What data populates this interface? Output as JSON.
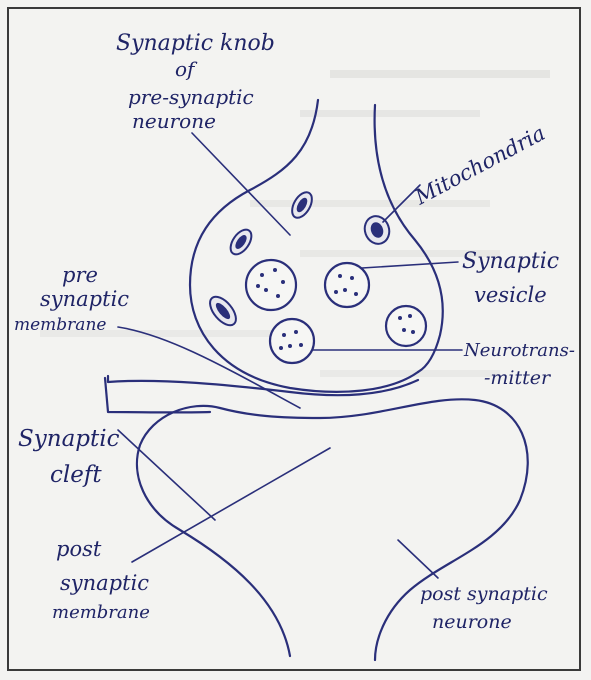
{
  "labels": {
    "synaptic_knob_1": "Synaptic knob",
    "synaptic_knob_2": "of",
    "synaptic_knob_3": "pre-synaptic",
    "synaptic_knob_4": "neurone",
    "mitochondria": "Mitochondria",
    "synaptic_vesicle_1": "Synaptic",
    "synaptic_vesicle_2": "vesicle",
    "pre_membrane_1": "pre",
    "pre_membrane_2": "synaptic",
    "pre_membrane_3": "membrane",
    "neurotransmitter_1": "Neurotrans-",
    "neurotransmitter_2": "-mitter",
    "synaptic_cleft_1": "Synaptic",
    "synaptic_cleft_2": "cleft",
    "post_membrane_1": "post",
    "post_membrane_2": "synaptic",
    "post_membrane_3": "membrane",
    "post_neurone_1": "post synaptic",
    "post_neurone_2": "neurone"
  },
  "colors": {
    "ink": "#2a2f7a",
    "paper": "#f3f3f1"
  }
}
